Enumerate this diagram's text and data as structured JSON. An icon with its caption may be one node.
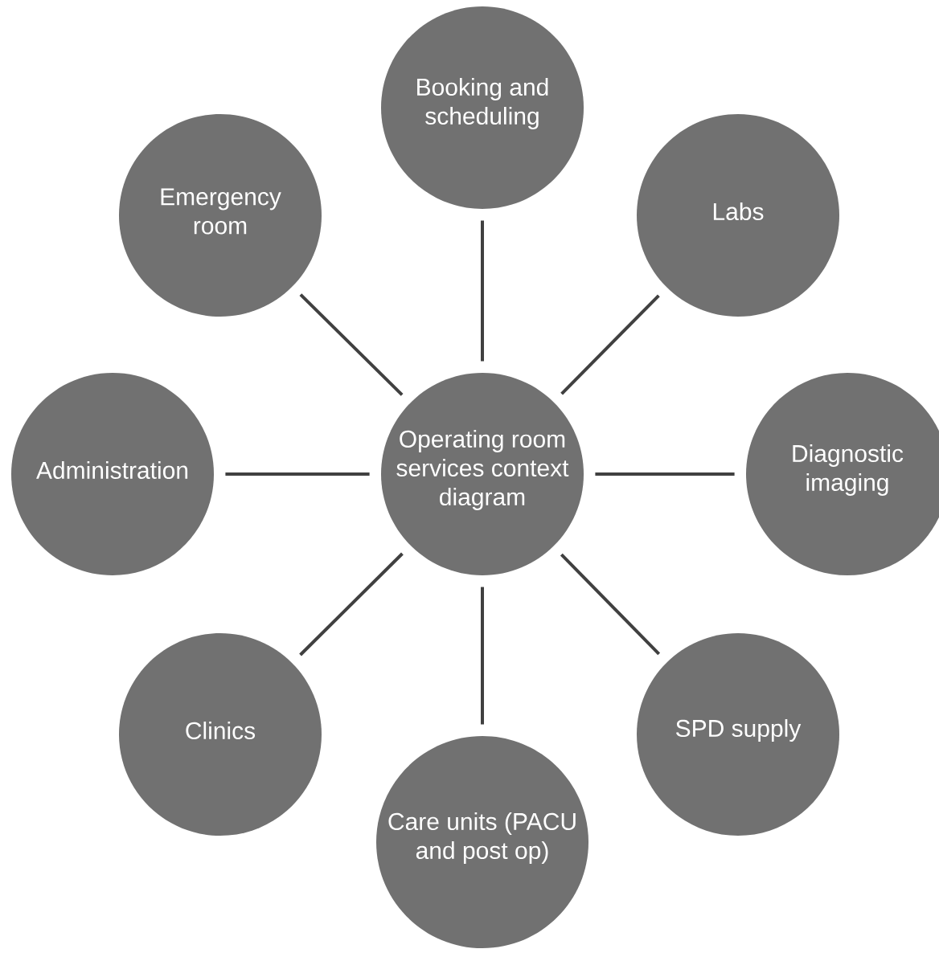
{
  "diagram": {
    "nodes": [
      {
        "text": [
          "Booking and scheduling"
        ]
      },
      {
        "text": [
          "Emergency room"
        ]
      },
      {
        "text": [
          "Labs"
        ]
      },
      {
        "text": [
          "Administration"
        ]
      },
      {
        "text": [
          "Operating room services context diagram"
        ]
      },
      {
        "text": [
          "Diagnostic imaging"
        ]
      },
      {
        "text": [
          "Clinics"
        ]
      },
      {
        "text": [
          "SPD supply"
        ]
      },
      {
        "text": [
          "Care units (PACU and post op)"
        ]
      }
    ],
    "edges": [
      {
        "from": 4,
        "to": 0,
        "arrow": "none"
      },
      {
        "from": 4,
        "to": 2,
        "arrow": "none"
      },
      {
        "from": 4,
        "to": 5,
        "arrow": "none"
      },
      {
        "from": 4,
        "to": 7,
        "arrow": "none"
      },
      {
        "from": 4,
        "to": 8,
        "arrow": "none"
      },
      {
        "from": 4,
        "to": 6,
        "arrow": "none"
      },
      {
        "from": 4,
        "to": 3,
        "arrow": "none"
      },
      {
        "from": 4,
        "to": 1,
        "arrow": "none"
      }
    ]
  }
}
